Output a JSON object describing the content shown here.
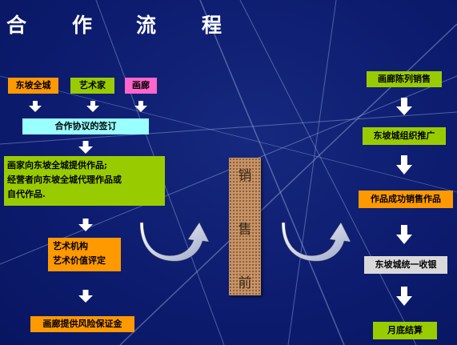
{
  "title": {
    "chars": [
      "合",
      "作",
      "流",
      "程"
    ]
  },
  "left_flow": {
    "top_parties": [
      "东坡全城",
      "艺术家",
      "画廊"
    ],
    "agreement": "合作协议的签订",
    "supply": [
      "画家向东坡全城提供作品;",
      "经营者向东坡全城代理作品或",
      "自代作品."
    ],
    "evaluation": [
      "艺术机构",
      "艺术价值评定"
    ],
    "guarantee": "画廊提供风险保证金"
  },
  "center": {
    "label_chars": [
      "销",
      "售",
      "前"
    ]
  },
  "right_flow": {
    "steps": [
      "画廊陈列销售",
      "东坡城组织推广",
      "作品成功销售作品",
      "东坡城统一收银",
      "月底结算"
    ]
  },
  "colors": {
    "orange": "#ff9900",
    "green": "#99cc00",
    "pink": "#ff66cc",
    "cyan": "#99ffff",
    "background": "#0d1c6f"
  },
  "icons": [
    "curved-arrow-icon",
    "down-arrow-icon"
  ]
}
